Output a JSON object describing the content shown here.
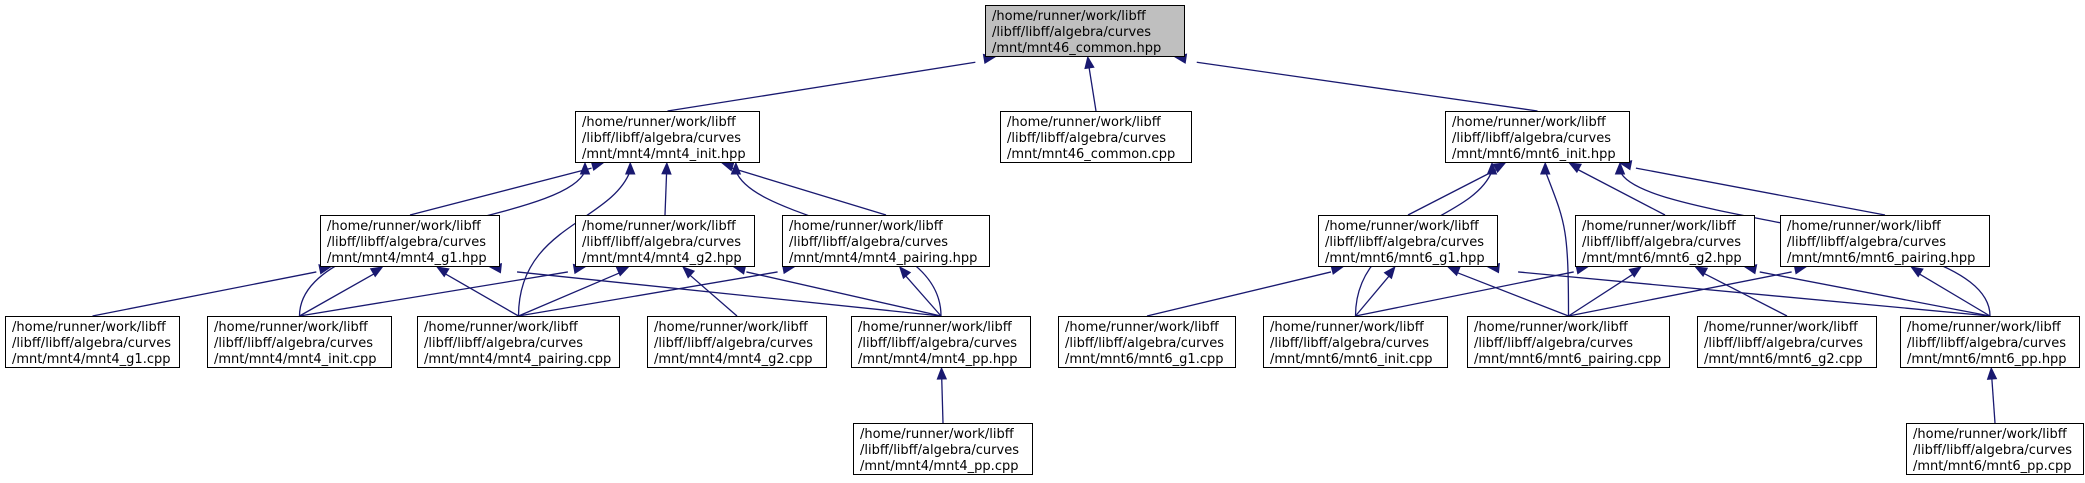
{
  "nodes": {
    "mnt46_common_hpp": [
      "/home/runner/work/libff",
      "/libff/libff/algebra/curves",
      "/mnt/mnt46_common.hpp"
    ],
    "mnt4_init_hpp": [
      "/home/runner/work/libff",
      "/libff/libff/algebra/curves",
      "/mnt/mnt4/mnt4_init.hpp"
    ],
    "mnt46_common_cpp": [
      "/home/runner/work/libff",
      "/libff/libff/algebra/curves",
      "/mnt/mnt46_common.cpp"
    ],
    "mnt6_init_hpp": [
      "/home/runner/work/libff",
      "/libff/libff/algebra/curves",
      "/mnt/mnt6/mnt6_init.hpp"
    ],
    "mnt4_g1_hpp": [
      "/home/runner/work/libff",
      "/libff/libff/algebra/curves",
      "/mnt/mnt4/mnt4_g1.hpp"
    ],
    "mnt4_g2_hpp": [
      "/home/runner/work/libff",
      "/libff/libff/algebra/curves",
      "/mnt/mnt4/mnt4_g2.hpp"
    ],
    "mnt4_pairing_hpp": [
      "/home/runner/work/libff",
      "/libff/libff/algebra/curves",
      "/mnt/mnt4/mnt4_pairing.hpp"
    ],
    "mnt6_g1_hpp": [
      "/home/runner/work/libff",
      "/libff/libff/algebra/curves",
      "/mnt/mnt6/mnt6_g1.hpp"
    ],
    "mnt6_g2_hpp": [
      "/home/runner/work/libff",
      "/libff/libff/algebra/curves",
      "/mnt/mnt6/mnt6_g2.hpp"
    ],
    "mnt6_pairing_hpp": [
      "/home/runner/work/libff",
      "/libff/libff/algebra/curves",
      "/mnt/mnt6/mnt6_pairing.hpp"
    ],
    "mnt4_g1_cpp": [
      "/home/runner/work/libff",
      "/libff/libff/algebra/curves",
      "/mnt/mnt4/mnt4_g1.cpp"
    ],
    "mnt4_init_cpp": [
      "/home/runner/work/libff",
      "/libff/libff/algebra/curves",
      "/mnt/mnt4/mnt4_init.cpp"
    ],
    "mnt4_pairing_cpp": [
      "/home/runner/work/libff",
      "/libff/libff/algebra/curves",
      "/mnt/mnt4/mnt4_pairing.cpp"
    ],
    "mnt4_g2_cpp": [
      "/home/runner/work/libff",
      "/libff/libff/algebra/curves",
      "/mnt/mnt4/mnt4_g2.cpp"
    ],
    "mnt4_pp_hpp": [
      "/home/runner/work/libff",
      "/libff/libff/algebra/curves",
      "/mnt/mnt4/mnt4_pp.hpp"
    ],
    "mnt6_g1_cpp": [
      "/home/runner/work/libff",
      "/libff/libff/algebra/curves",
      "/mnt/mnt6/mnt6_g1.cpp"
    ],
    "mnt6_init_cpp": [
      "/home/runner/work/libff",
      "/libff/libff/algebra/curves",
      "/mnt/mnt6/mnt6_init.cpp"
    ],
    "mnt6_pairing_cpp": [
      "/home/runner/work/libff",
      "/libff/libff/algebra/curves",
      "/mnt/mnt6/mnt6_pairing.cpp"
    ],
    "mnt6_g2_cpp": [
      "/home/runner/work/libff",
      "/libff/libff/algebra/curves",
      "/mnt/mnt6/mnt6_g2.cpp"
    ],
    "mnt6_pp_hpp": [
      "/home/runner/work/libff",
      "/libff/libff/algebra/curves",
      "/mnt/mnt6/mnt6_pp.hpp"
    ],
    "mnt4_pp_cpp": [
      "/home/runner/work/libff",
      "/libff/libff/algebra/curves",
      "/mnt/mnt4/mnt4_pp.cpp"
    ],
    "mnt6_pp_cpp": [
      "/home/runner/work/libff",
      "/libff/libff/algebra/curves",
      "/mnt/mnt6/mnt6_pp.cpp"
    ]
  },
  "edges": [
    [
      "mnt4_init_hpp",
      "mnt46_common_hpp"
    ],
    [
      "mnt46_common_cpp",
      "mnt46_common_hpp"
    ],
    [
      "mnt6_init_hpp",
      "mnt46_common_hpp"
    ],
    [
      "mnt4_g1_hpp",
      "mnt4_init_hpp"
    ],
    [
      "mnt4_g2_hpp",
      "mnt4_init_hpp"
    ],
    [
      "mnt4_pairing_hpp",
      "mnt4_init_hpp"
    ],
    [
      "mnt4_init_cpp",
      "mnt4_init_hpp"
    ],
    [
      "mnt4_pairing_cpp",
      "mnt4_init_hpp"
    ],
    [
      "mnt4_pp_hpp",
      "mnt4_init_hpp"
    ],
    [
      "mnt4_g1_cpp",
      "mnt4_g1_hpp"
    ],
    [
      "mnt4_init_cpp",
      "mnt4_g1_hpp"
    ],
    [
      "mnt4_pairing_cpp",
      "mnt4_g1_hpp"
    ],
    [
      "mnt4_pp_hpp",
      "mnt4_g1_hpp"
    ],
    [
      "mnt4_init_cpp",
      "mnt4_g2_hpp"
    ],
    [
      "mnt4_pairing_cpp",
      "mnt4_g2_hpp"
    ],
    [
      "mnt4_g2_cpp",
      "mnt4_g2_hpp"
    ],
    [
      "mnt4_pp_hpp",
      "mnt4_g2_hpp"
    ],
    [
      "mnt4_pairing_cpp",
      "mnt4_pairing_hpp"
    ],
    [
      "mnt4_pp_hpp",
      "mnt4_pairing_hpp"
    ],
    [
      "mnt4_pp_cpp",
      "mnt4_pp_hpp"
    ],
    [
      "mnt6_g1_hpp",
      "mnt6_init_hpp"
    ],
    [
      "mnt6_g2_hpp",
      "mnt6_init_hpp"
    ],
    [
      "mnt6_pairing_hpp",
      "mnt6_init_hpp"
    ],
    [
      "mnt6_init_cpp",
      "mnt6_init_hpp"
    ],
    [
      "mnt6_pairing_cpp",
      "mnt6_init_hpp"
    ],
    [
      "mnt6_pp_hpp",
      "mnt6_init_hpp"
    ],
    [
      "mnt6_g1_cpp",
      "mnt6_g1_hpp"
    ],
    [
      "mnt6_init_cpp",
      "mnt6_g1_hpp"
    ],
    [
      "mnt6_pairing_cpp",
      "mnt6_g1_hpp"
    ],
    [
      "mnt6_pp_hpp",
      "mnt6_g1_hpp"
    ],
    [
      "mnt6_init_cpp",
      "mnt6_g2_hpp"
    ],
    [
      "mnt6_pairing_cpp",
      "mnt6_g2_hpp"
    ],
    [
      "mnt6_g2_cpp",
      "mnt6_g2_hpp"
    ],
    [
      "mnt6_pp_hpp",
      "mnt6_g2_hpp"
    ],
    [
      "mnt6_pairing_cpp",
      "mnt6_pairing_hpp"
    ],
    [
      "mnt6_pp_hpp",
      "mnt6_pairing_hpp"
    ],
    [
      "mnt6_pp_cpp",
      "mnt6_pp_hpp"
    ]
  ],
  "colors": {
    "edge": "#191970",
    "root_fill": "#bfbfbf",
    "node_fill": "#ffffff",
    "border": "#000000"
  }
}
